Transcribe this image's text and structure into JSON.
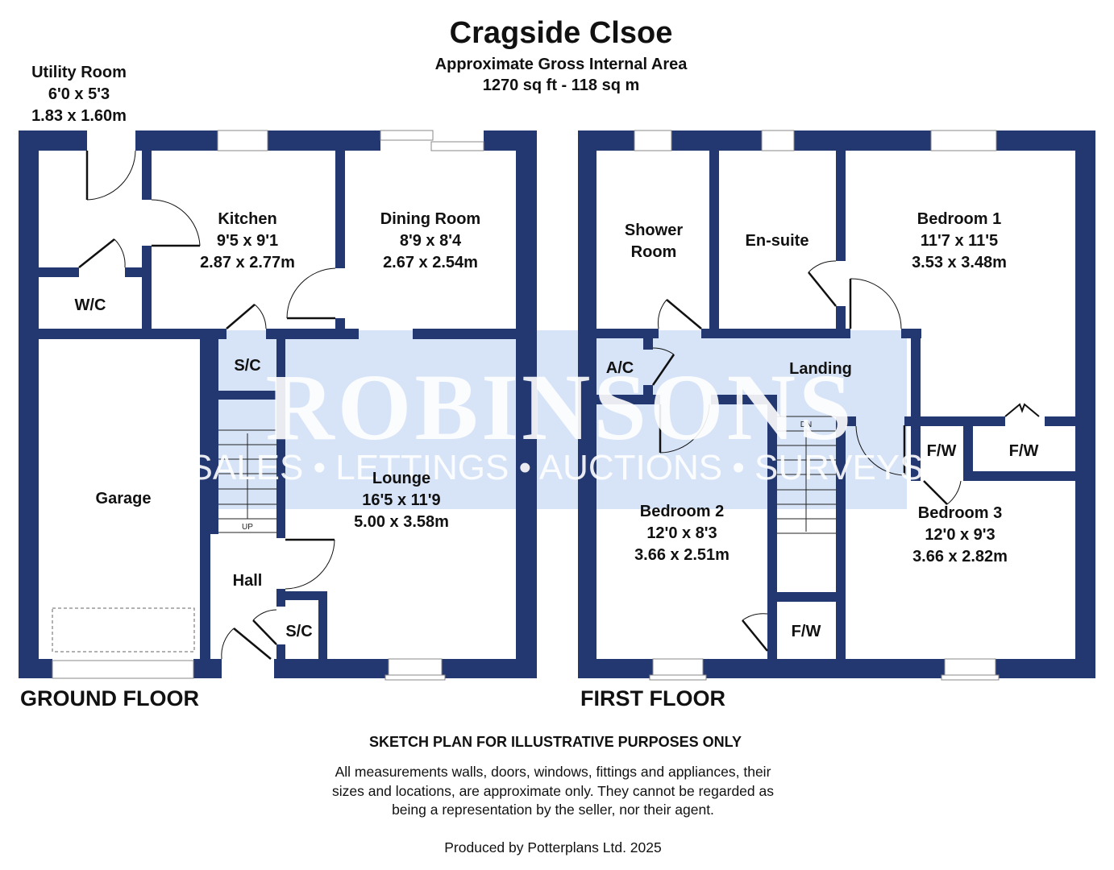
{
  "header": {
    "title": "Cragside Clsoe",
    "subtitle": "Approximate Gross Internal Area",
    "area": "1270 sq ft - 118 sq m"
  },
  "watermark": {
    "brand": "ROBINSONS",
    "tagline": "SALES • LETTINGS • AUCTIONS • SURVEYS"
  },
  "floors": {
    "ground": {
      "label": "GROUND FLOOR",
      "rooms": {
        "utility": {
          "name": "Utility Room",
          "imperial": "6'0 x 5'3",
          "metric": "1.83 x 1.60m"
        },
        "kitchen": {
          "name": "Kitchen",
          "imperial": "9'5 x 9'1",
          "metric": "2.87 x 2.77m"
        },
        "dining": {
          "name": "Dining Room",
          "imperial": "8'9 x 8'4",
          "metric": "2.67 x 2.54m"
        },
        "wc": {
          "name": "W/C"
        },
        "sc_upper": {
          "name": "S/C"
        },
        "garage": {
          "name": "Garage"
        },
        "lounge": {
          "name": "Lounge",
          "imperial": "16'5 x 11'9",
          "metric": "5.00 x 3.58m"
        },
        "hall": {
          "name": "Hall"
        },
        "sc_lower": {
          "name": "S/C"
        }
      },
      "stairs_label": "UP"
    },
    "first": {
      "label": "FIRST FLOOR",
      "rooms": {
        "shower": {
          "name_line1": "Shower",
          "name_line2": "Room"
        },
        "ensuite": {
          "name": "En-suite"
        },
        "bedroom1": {
          "name": "Bedroom 1",
          "imperial": "11'7 x 11'5",
          "metric": "3.53 x 3.48m"
        },
        "ac": {
          "name": "A/C"
        },
        "landing": {
          "name": "Landing"
        },
        "fw_small": {
          "name": "F/W"
        },
        "fw_wide": {
          "name": "F/W"
        },
        "bedroom2": {
          "name": "Bedroom 2",
          "imperial": "12'0 x 8'3",
          "metric": "3.66 x 2.51m"
        },
        "fw_bottom": {
          "name": "F/W"
        },
        "bedroom3": {
          "name": "Bedroom 3",
          "imperial": "12'0 x 9'3",
          "metric": "3.66 x 2.82m"
        }
      },
      "stairs_label": "DN"
    }
  },
  "footer": {
    "notice": "SKETCH PLAN FOR ILLUSTRATIVE PURPOSES ONLY",
    "disclaimer_line1": "All measurements walls, doors, windows, fittings and appliances, their",
    "disclaimer_line2": "sizes and locations, are approximate only. They cannot be regarded as",
    "disclaimer_line3": "being a representation by the seller, nor their agent.",
    "credit": "Produced by Potterplans Ltd. 2025"
  },
  "colors": {
    "wall": "#233870",
    "watermark_band": "#d7e4f8",
    "text": "#111111"
  }
}
